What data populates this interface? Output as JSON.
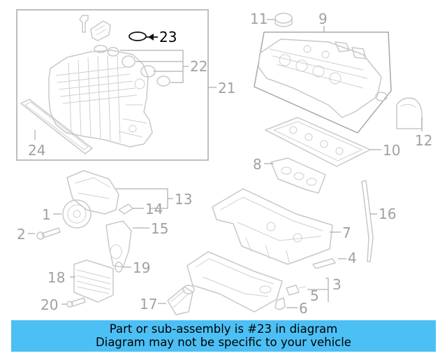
{
  "callouts": {
    "p1": "1",
    "p2": "2",
    "p3": "3",
    "p4": "4",
    "p5": "5",
    "p6": "6",
    "p7": "7",
    "p8": "8",
    "p9": "9",
    "p10": "10",
    "p11": "11",
    "p12": "12",
    "p13": "13",
    "p14": "14",
    "p15": "15",
    "p16": "16",
    "p17": "17",
    "p18": "18",
    "p19": "19",
    "p20": "20",
    "p21": "21",
    "p22": "22",
    "p23": "23",
    "p24": "24"
  },
  "highlighted_part": "23",
  "colors": {
    "banner": "#4cc0f5",
    "highlight": "#000000",
    "parts": "#c8c8c8"
  },
  "banner": {
    "line1": "Part or sub-assembly is #23 in diagram",
    "line2": "Diagram may not be specific to your vehicle"
  }
}
